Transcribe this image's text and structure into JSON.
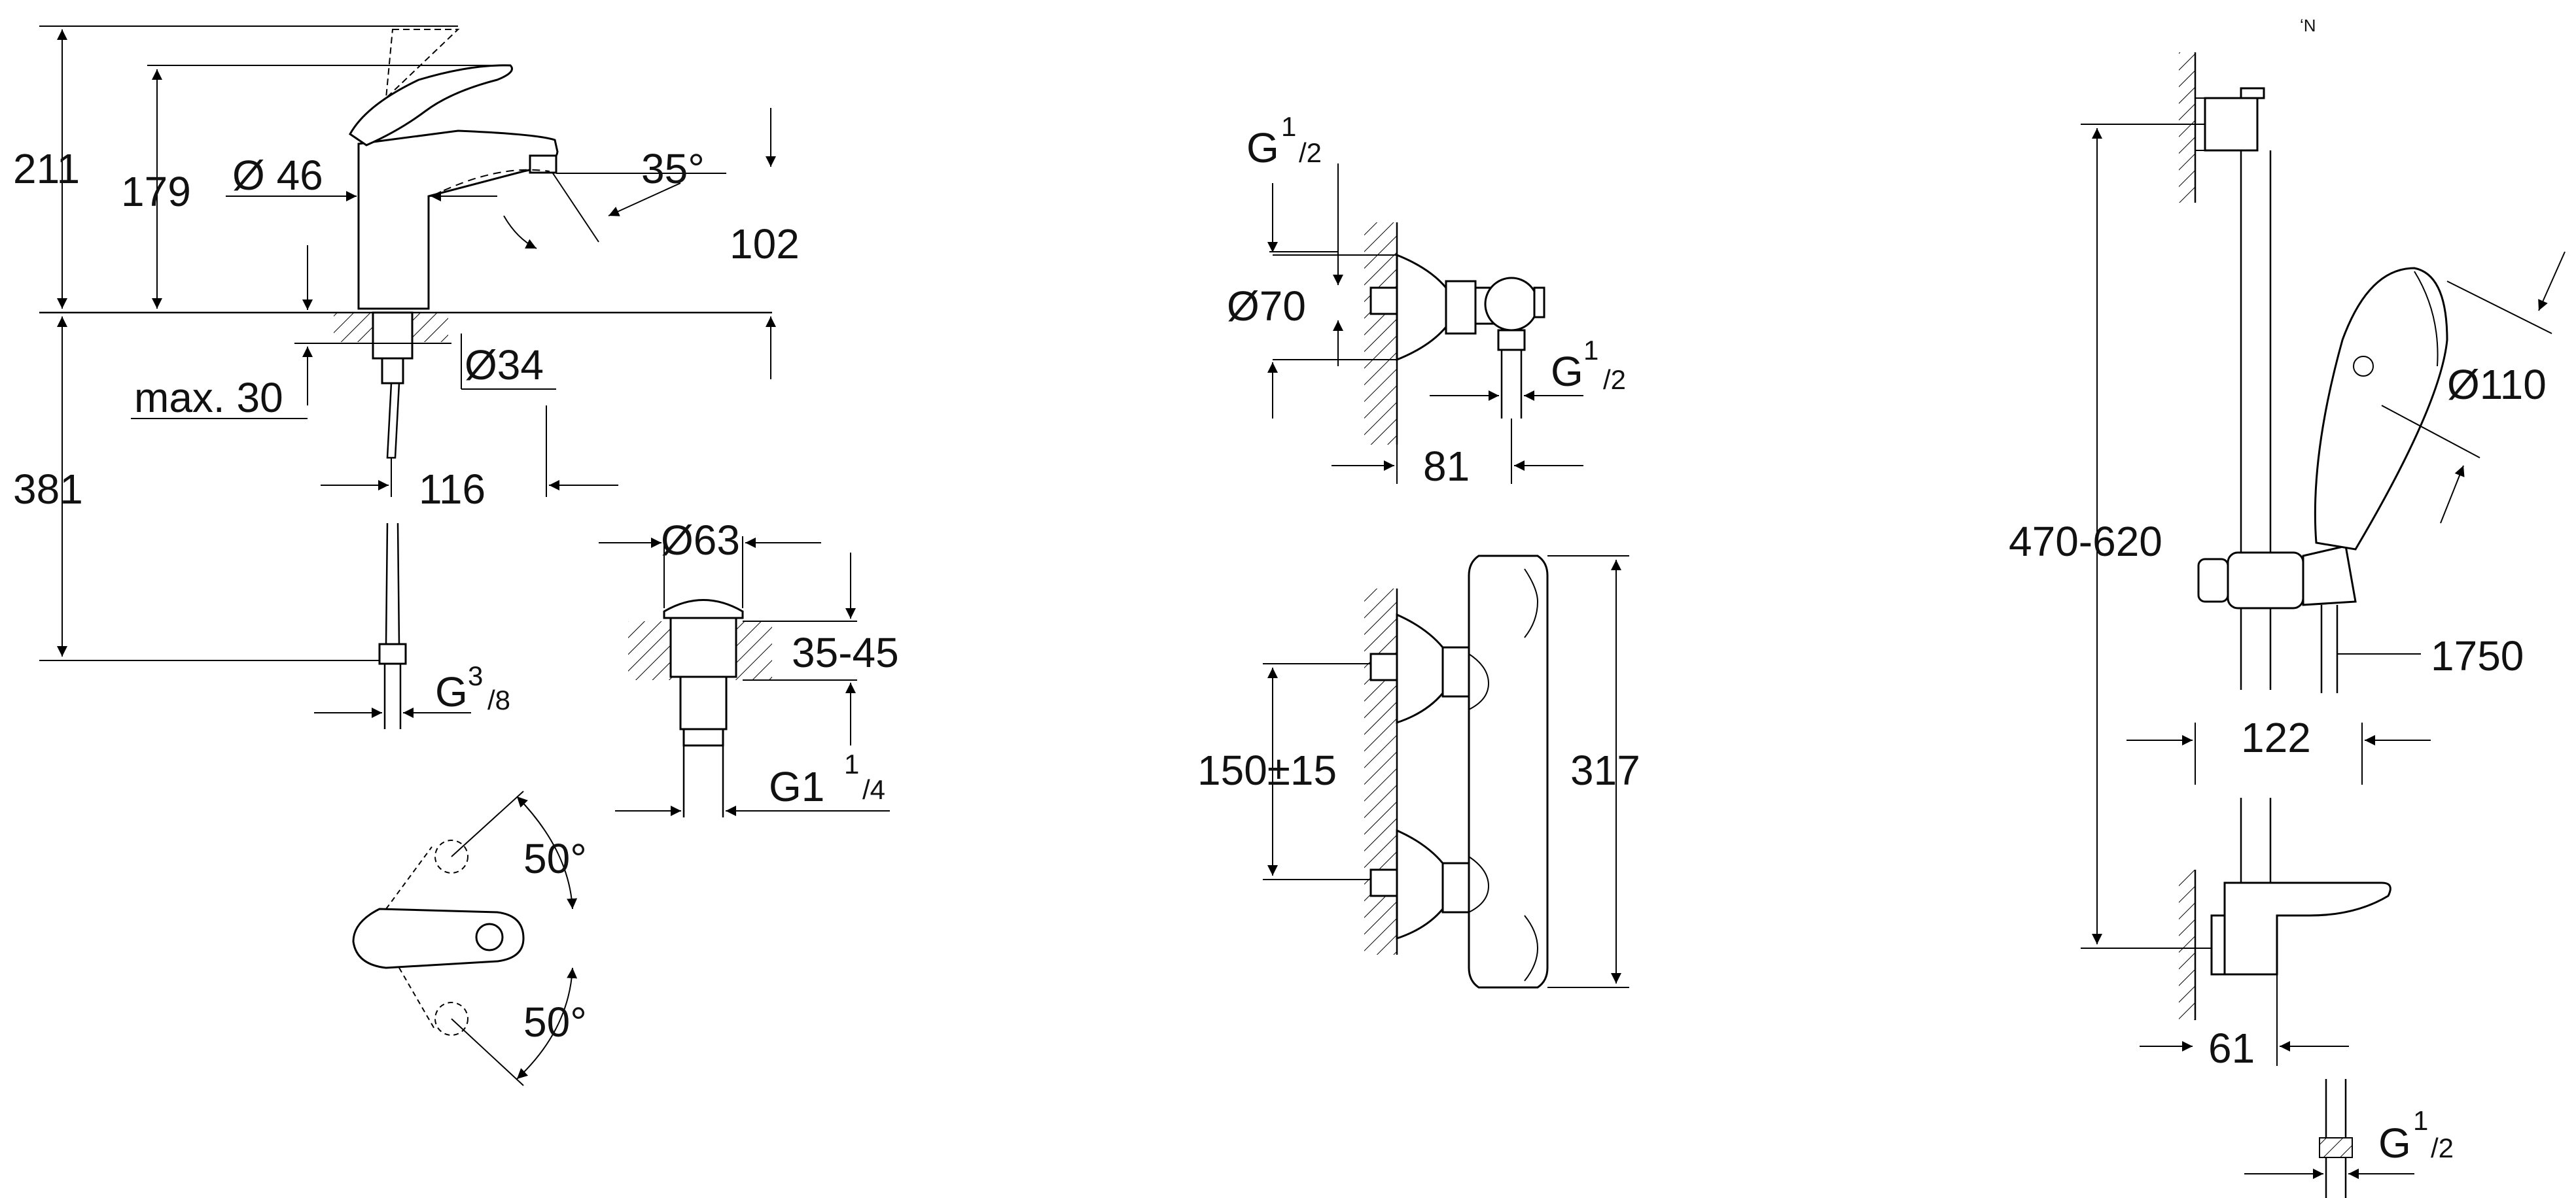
{
  "labels": {
    "basin_total_height": "211",
    "basin_spout_height": "179",
    "basin_body_diameter": "Ø 46",
    "spout_angle": "35°",
    "spout_projection_height": "102",
    "hole_diameter": "Ø34",
    "deck_thickness_max": "max. 30",
    "below_deck_length": "381",
    "spout_reach": "116",
    "supply_thread": "G",
    "supply_thread_sup": "3",
    "supply_thread_sub": "/8",
    "waste_diameter": "Ø63",
    "waste_range": "35-45",
    "waste_thread": "G1",
    "waste_thread_sup": "1",
    "waste_thread_sub": "/4",
    "lever_angle_top": "50°",
    "lever_angle_bottom": "50°",
    "thermo_inlet_thread": "G",
    "thermo_inlet_sup": "1",
    "thermo_inlet_sub": "/2",
    "rosette_diameter": "Ø70",
    "thermo_outlet_thread": "G",
    "thermo_outlet_sup": "1",
    "thermo_outlet_sub": "/2",
    "thermo_depth": "81",
    "inlet_centres": "150±15",
    "thermo_length": "317",
    "rail_adjust_range": "470-620",
    "handshower_diameter": "Ø110",
    "hose_length": "1750",
    "rail_projection": "122",
    "rail_wall_distance": "61",
    "hose_thread": "G",
    "hose_thread_sup": "1",
    "hose_thread_sub": "/2",
    "corner_mark": "ʻN"
  }
}
